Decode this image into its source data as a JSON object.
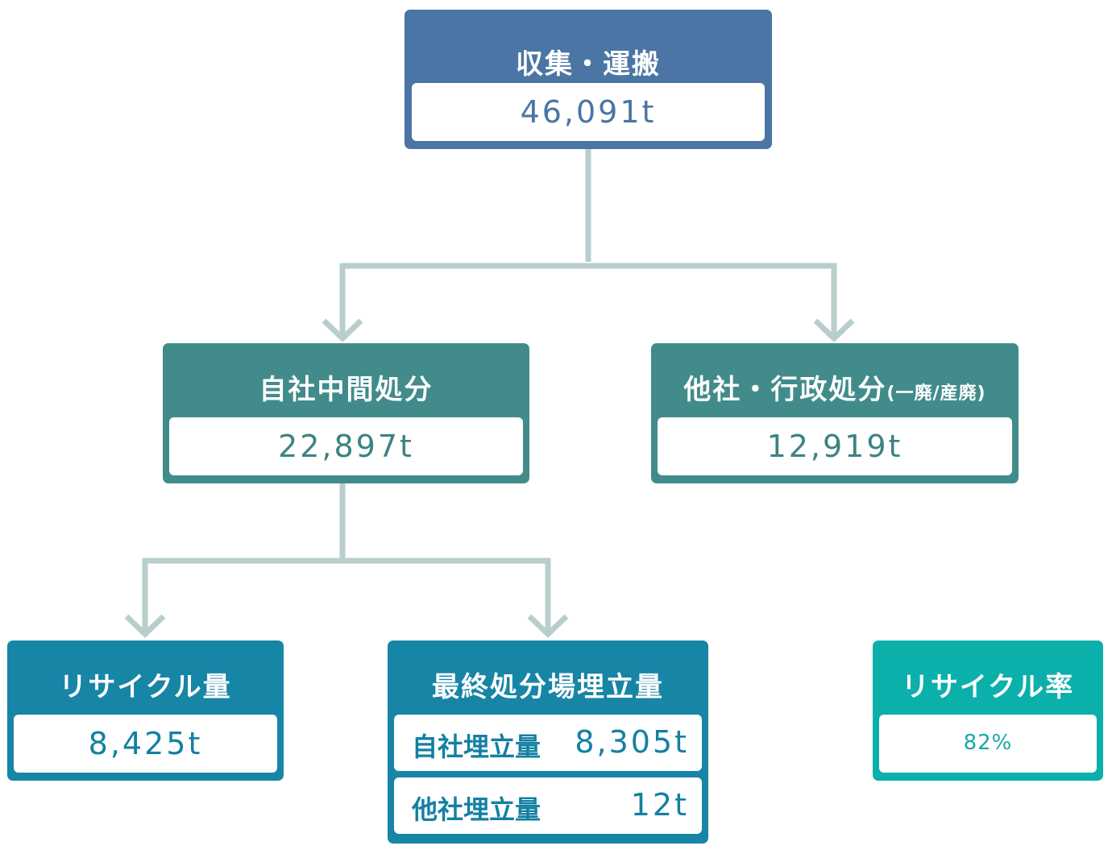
{
  "nodes": {
    "collection": {
      "title": "収集・運搬",
      "value": "46,091t"
    },
    "own_processing": {
      "title": "自社中間処分",
      "value": "22,897t"
    },
    "other_processing": {
      "title": "他社・行政処分",
      "title_note": "(一廃/産廃)",
      "value": "12,919t"
    },
    "recycling_amount": {
      "title": "リサイクル量",
      "value": "8,425t"
    },
    "landfill": {
      "title": "最終処分場埋立量",
      "rows": [
        {
          "label": "自社埋立量",
          "value": "8,305t"
        },
        {
          "label": "他社埋立量",
          "value": "12t"
        }
      ]
    },
    "recycling_rate": {
      "title": "リサイクル率",
      "value": "82%"
    }
  },
  "colors": {
    "collection": "#4a75a4",
    "processing": "#418c8b",
    "recycling": "#1785a6",
    "rate": "#0bb0ab",
    "connector": "#b9cecc"
  }
}
